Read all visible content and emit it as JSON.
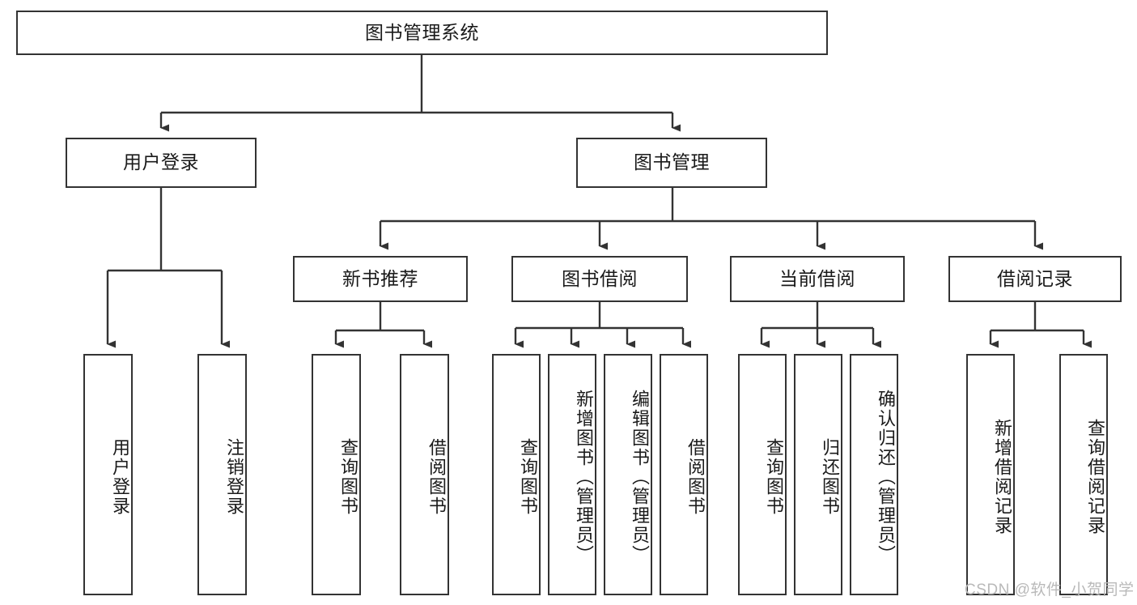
{
  "diagram": {
    "title": "图书管理系统",
    "type": "hierarchy-tree",
    "root": {
      "label": "图书管理系统"
    },
    "level2": [
      {
        "label": "用户登录"
      },
      {
        "label": "图书管理"
      }
    ],
    "level3": [
      {
        "label": "新书推荐"
      },
      {
        "label": "图书借阅"
      },
      {
        "label": "当前借阅"
      },
      {
        "label": "借阅记录"
      }
    ],
    "leaves": {
      "user_login": [
        {
          "label": "用户登录"
        },
        {
          "label": "注销登录"
        }
      ],
      "new_book_recommend": [
        {
          "label": "查询图书"
        },
        {
          "label": "借阅图书"
        }
      ],
      "book_borrow": [
        {
          "label": "查询图书"
        },
        {
          "label": "新增图书（管理员）"
        },
        {
          "label": "编辑图书（管理员）"
        },
        {
          "label": "借阅图书"
        }
      ],
      "current_borrow": [
        {
          "label": "查询图书"
        },
        {
          "label": "归还图书"
        },
        {
          "label": "确认归还（管理员）"
        }
      ],
      "borrow_record": [
        {
          "label": "新增借阅记录"
        },
        {
          "label": "查询借阅记录"
        }
      ]
    }
  },
  "watermark": {
    "text": "CSDN @软件_小贺同学"
  },
  "colors": {
    "stroke": "#333333",
    "background": "#ffffff",
    "text": "#1a1a1a",
    "watermark": "#b9b9b9"
  }
}
